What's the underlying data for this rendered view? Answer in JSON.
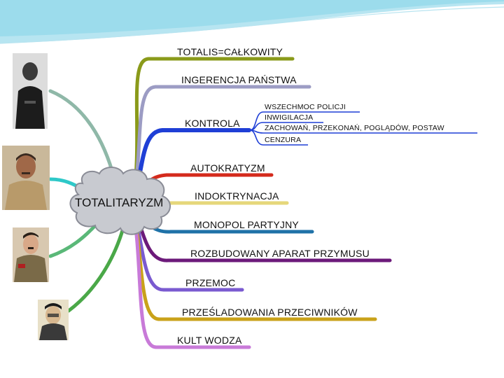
{
  "center": {
    "label": "TOTALITARYZM"
  },
  "branches": [
    {
      "label": "TOTALIS=CAŁKOWITY",
      "color": "#8a9a1a"
    },
    {
      "label": "INGERENCJA PAŃSTWA",
      "color": "#9c9cc4"
    },
    {
      "label": "KONTROLA",
      "color": "#1f3fd6"
    },
    {
      "label": "AUTOKRATYZM",
      "color": "#d42a1c"
    },
    {
      "label": "INDOKTRYNACJA",
      "color": "#e6d77a"
    },
    {
      "label": "MONOPOL PARTYJNY",
      "color": "#1f72a8"
    },
    {
      "label": "ROZBUDOWANY APARAT PRZYMUSU",
      "color": "#6c1a7a"
    },
    {
      "label": "PRZEMOC",
      "color": "#7a5ad0"
    },
    {
      "label": "PRZEŚLADOWANIA PRZECIWNIKÓW",
      "color": "#c9a21a"
    },
    {
      "label": "KULT WODZA",
      "color": "#c87ad8"
    }
  ],
  "kontrola_subitems": [
    "WSZECHMOC POLICJI",
    "INWIGILACJA",
    "ZACHOWAŃ, PRZEKONAŃ, POGLĄDÓW, POSTAW",
    "CENZURA"
  ],
  "portrait_links": [
    {
      "color": "#8fb8a8"
    },
    {
      "color": "#2ec8c8"
    },
    {
      "color": "#5ab878"
    },
    {
      "color": "#4aa848"
    }
  ],
  "theme": {
    "wave_color": "#7cd0e6"
  }
}
